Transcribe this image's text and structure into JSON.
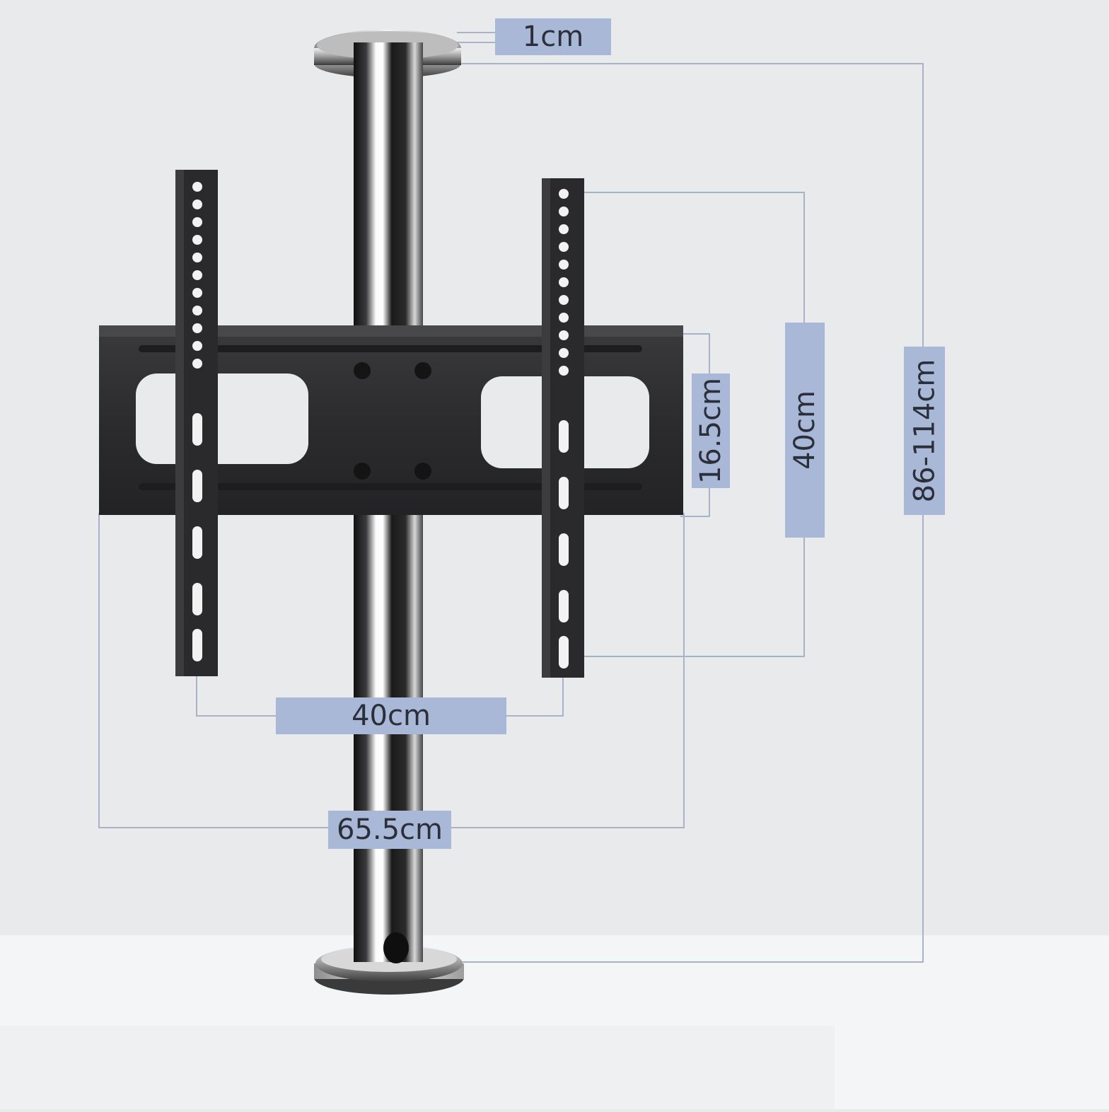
{
  "labels": {
    "pole_thickness": "1cm",
    "vesa_horizontal": "40cm",
    "vesa_vertical": "40cm",
    "plate_height": "16.5cm",
    "plate_width": "65.5cm",
    "total_height": "86-114cm"
  },
  "colors": {
    "background": "#e9eaec",
    "floor": "#f4f5f6",
    "bracket": "#2a2a2c",
    "label_bg": "#a9b8d6",
    "dim_line": "#a9b3c8"
  }
}
